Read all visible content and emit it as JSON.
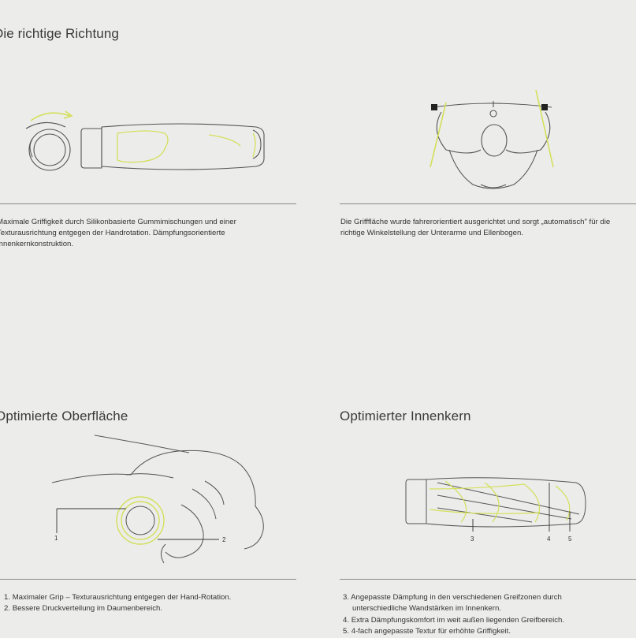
{
  "sections": {
    "richtung": {
      "title": "Die richtige Richtung",
      "text_left": [
        "Maximale Griffigkeit durch Silikonbasierte Gummimischungen und einer",
        "Texturausrichtung entgegen der Handrotation. Dämpfungsorientierte",
        "Innenkernkonstruktion."
      ],
      "text_right": [
        "Die Grifffläche wurde fahrerorientiert ausgerichtet und sorgt „automatisch\" für die",
        "richtige Winkelstellung der Unterarme und Ellenbogen."
      ]
    },
    "oberflaeche": {
      "title": "Optimierte Oberfläche",
      "list": [
        {
          "num": "1.",
          "lines": [
            "Maximaler Grip – Texturausrichtung entgegen der Hand-Rotation."
          ]
        },
        {
          "num": "2.",
          "lines": [
            "Bessere Druckverteilung im Daumenbereich."
          ]
        }
      ],
      "callouts": [
        "1",
        "2"
      ]
    },
    "innenkern": {
      "title": "Optimierter Innenkern",
      "list": [
        {
          "num": "3.",
          "lines": [
            "Angepasste Dämpfung in den verschiedenen Greifzonen durch",
            "unterschiedliche Wandstärken im Innenkern."
          ]
        },
        {
          "num": "4.",
          "lines": [
            "Extra Dämpfungskomfort im weit außen liegenden Greifbereich."
          ]
        },
        {
          "num": "5.",
          "lines": [
            "4-fach angepasste Textur für erhöhte Griffigkeit."
          ]
        }
      ],
      "callouts": [
        "3",
        "4",
        "5"
      ]
    }
  },
  "colors": {
    "accent": "#d4e05a",
    "line": "#555555",
    "rule": "#8a8a8a",
    "background": "#ececeb"
  }
}
